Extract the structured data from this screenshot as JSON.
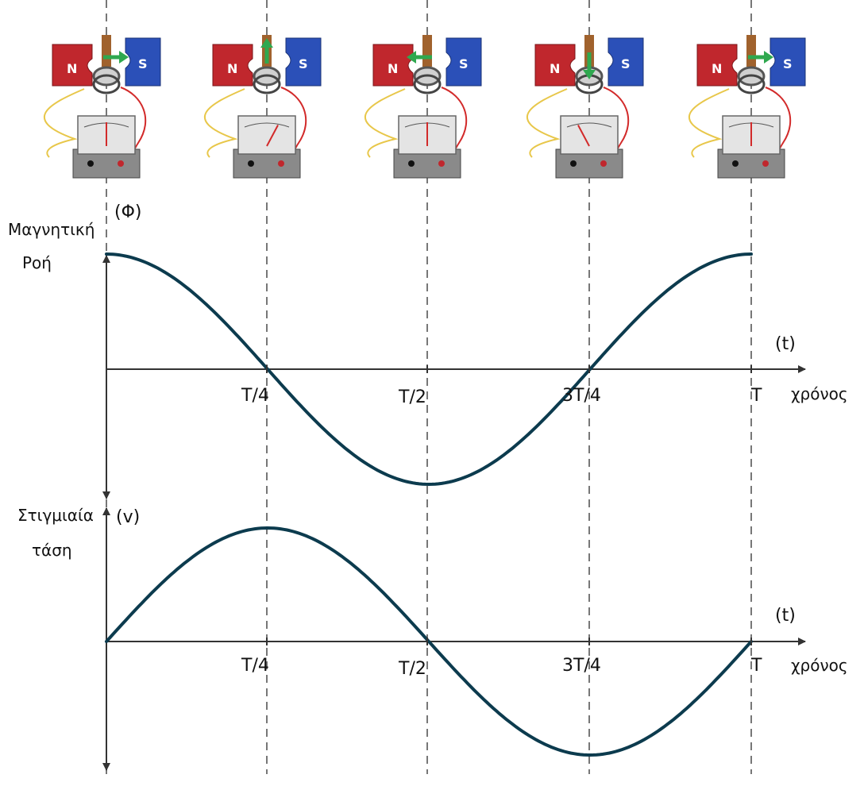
{
  "diagram": {
    "flux_axis_name_line1": "Μαγνητική",
    "flux_axis_name_line2": "Ροή",
    "flux_symbol": "(Φ)",
    "voltage_axis_name_line1": "Στιγμιαία",
    "voltage_axis_name_line2": "τάση",
    "voltage_symbol": "(v)",
    "time_symbol": "(t)",
    "time_label": "χρόνος",
    "ticks": [
      "T/4",
      "T/2",
      "3T/4",
      "T"
    ],
    "magnet_north": "N",
    "magnet_south": "S"
  },
  "chart_data": [
    {
      "type": "line",
      "name_label": "Μαγνητική Ροή (Φ)",
      "xlabel": "χρόνος (t)",
      "x_ticks": [
        "T/4",
        "T/2",
        "3T/4",
        "T"
      ],
      "x": [
        0,
        0.125,
        0.25,
        0.375,
        0.5,
        0.625,
        0.75,
        0.875,
        1
      ],
      "y": [
        1,
        0.707,
        0,
        -0.707,
        -1,
        -0.707,
        0,
        0.707,
        1
      ],
      "function": "cos"
    },
    {
      "type": "line",
      "name_label": "Στιγμιαία τάση (v)",
      "xlabel": "χρόνος (t)",
      "x_ticks": [
        "T/4",
        "T/2",
        "3T/4",
        "T"
      ],
      "x": [
        0,
        0.125,
        0.25,
        0.375,
        0.5,
        0.625,
        0.75,
        0.875,
        1
      ],
      "y": [
        0,
        0.707,
        1,
        0.707,
        0,
        -0.707,
        -1,
        -0.707,
        0
      ],
      "function": "sin"
    }
  ],
  "colors": {
    "curve": "#0c3b4e",
    "axis": "#333333",
    "guide": "#777777",
    "magnet_north": "#c0272d",
    "magnet_south": "#2b50b8",
    "arrow": "#2fa84f",
    "coil_frame": "#a0622d",
    "wire_yellow": "#e8c74a",
    "wire_red": "#d22a2a"
  },
  "generators": [
    {
      "arrow": "right",
      "needle": 0
    },
    {
      "arrow": "up",
      "needle": 28
    },
    {
      "arrow": "left",
      "needle": 0
    },
    {
      "arrow": "down",
      "needle": -28
    },
    {
      "arrow": "right",
      "needle": 0
    }
  ]
}
